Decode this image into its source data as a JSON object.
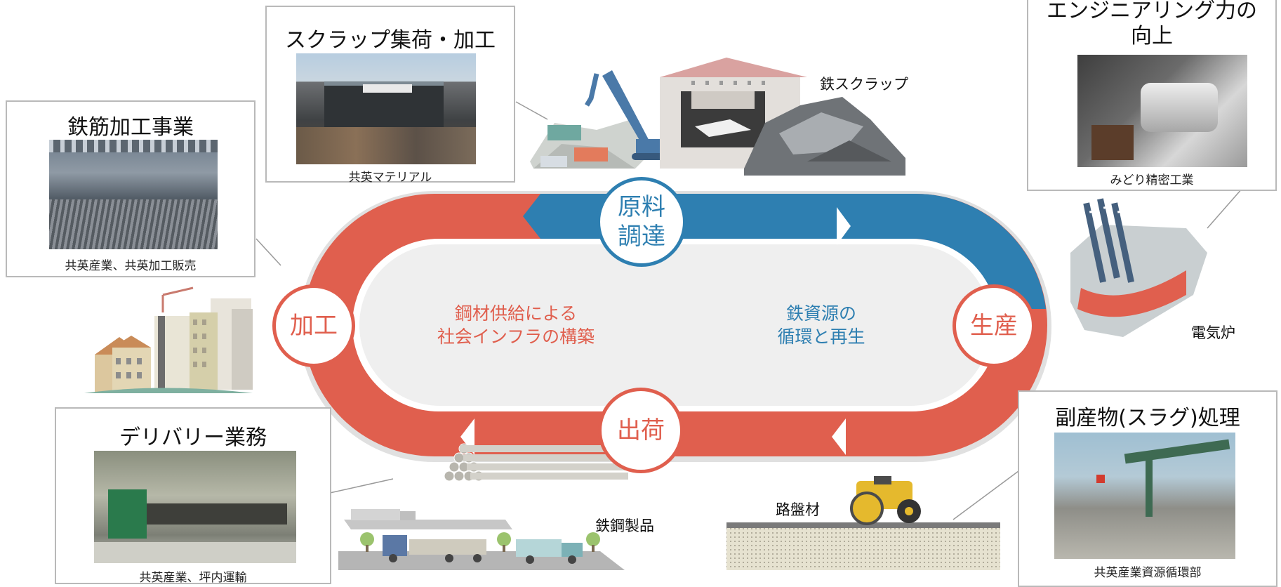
{
  "cycle": {
    "top": "原料\n調達",
    "right": "生産",
    "bottom": "出荷",
    "left": "加工",
    "center_left": "鋼材供給による\n社会インフラの構築",
    "center_right": "鉄資源の\n循環と再生"
  },
  "boxes": {
    "scrap": {
      "title": "スクラップ集荷・加工",
      "caption": "共英マテリアル"
    },
    "rebar": {
      "title": "鉄筋加工事業",
      "caption": "共英産業、共英加工販売"
    },
    "engineering": {
      "title": "エンジニアリング力の\n向上",
      "caption": "みどり精密工業"
    },
    "delivery": {
      "title": "デリバリー業務",
      "caption": "共英産業、坪内運輸"
    },
    "slag": {
      "title": "副産物(スラグ)処理",
      "caption": "共英産業資源循環部"
    }
  },
  "labels": {
    "iron_scrap": "鉄スクラップ",
    "electric_furnace": "電気炉",
    "steel_products": "鉄鋼製品",
    "roadbed": "路盤材"
  },
  "colors": {
    "red": "#e05f4e",
    "blue": "#2e7fb1",
    "loop_bg": "#efefef"
  }
}
